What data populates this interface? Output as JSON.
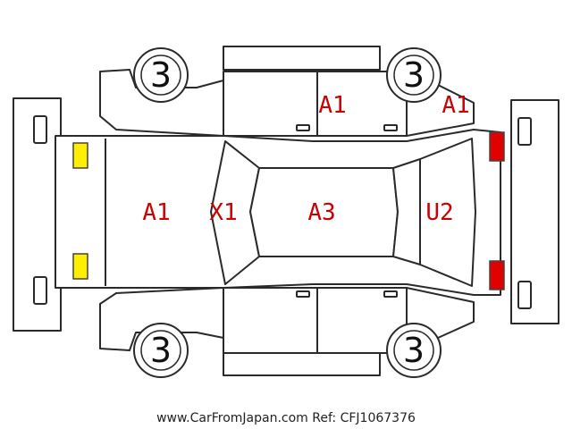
{
  "diagram": {
    "labels": {
      "front_hood": "A1",
      "windshield": "X1",
      "roof": "A3",
      "rear_window": "U2",
      "roof_side_right": "A1",
      "rear_quarter_right": "A1"
    },
    "wheels": {
      "front_left": "3",
      "rear_left": "3",
      "front_right": "3",
      "rear_right": "3"
    },
    "light_colors": {
      "front": "#ffee00",
      "rear": "#e00000"
    },
    "label_color": "#cc0000"
  },
  "footer": {
    "source": "www.CarFromJapan.com Ref: CFJ1067376"
  }
}
